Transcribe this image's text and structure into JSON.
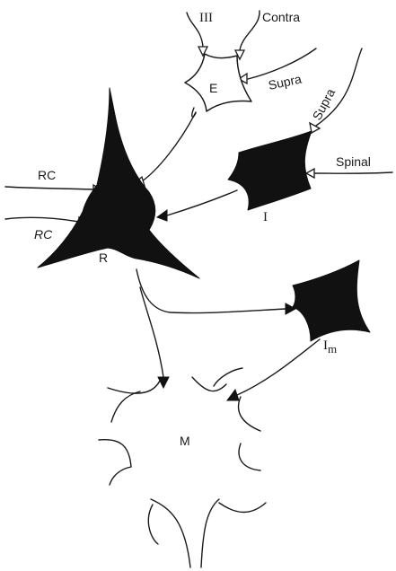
{
  "diagram": {
    "labels": {
      "III": "III",
      "contra": "Contra",
      "E": "E",
      "supra_top": "Supra",
      "supra_right": "Supra",
      "spinal": "Spinal",
      "RC_upper": "RC",
      "RC_lower": "RC",
      "R": "R",
      "I": "I",
      "Im_main": "I",
      "Im_sub": "m",
      "M": "M"
    },
    "colors": {
      "ink": "#111111",
      "background": "#ffffff"
    }
  }
}
